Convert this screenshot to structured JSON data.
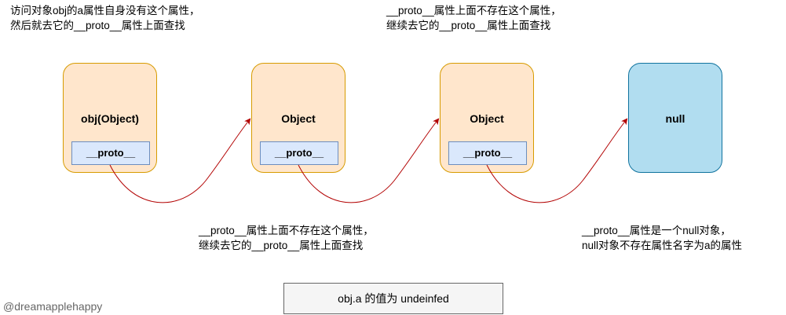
{
  "notes": {
    "top_left": {
      "line1": "访问对象obj的a属性自身没有这个属性，",
      "line2": "然后就去它的__proto__属性上面查找"
    },
    "top_middle": {
      "line1": "__proto__属性上面不存在这个属性，",
      "line2": "继续去它的__proto__属性上面查找"
    },
    "bottom_left": {
      "line1": "__proto__属性上面不存在这个属性，",
      "line2": "继续去它的__proto__属性上面查找"
    },
    "bottom_right": {
      "line1": "__proto__属性是一个null对象，",
      "line2": "null对象不存在属性名字为a的属性"
    }
  },
  "nodes": [
    {
      "title": "obj(Object)",
      "proto": "__proto__"
    },
    {
      "title": "Object",
      "proto": "__proto__"
    },
    {
      "title": "Object",
      "proto": "__proto__"
    },
    {
      "title": "null"
    }
  ],
  "result": "obj.a 的值为 undeinfed",
  "watermark": "@dreamapplehappy",
  "colors": {
    "node_fill": "#ffe6cc",
    "node_stroke": "#d79b00",
    "proto_fill": "#dae8fc",
    "proto_stroke": "#6c8ebf",
    "null_fill": "#b1ddf0",
    "null_stroke": "#10739e",
    "arrow": "#b20000"
  }
}
